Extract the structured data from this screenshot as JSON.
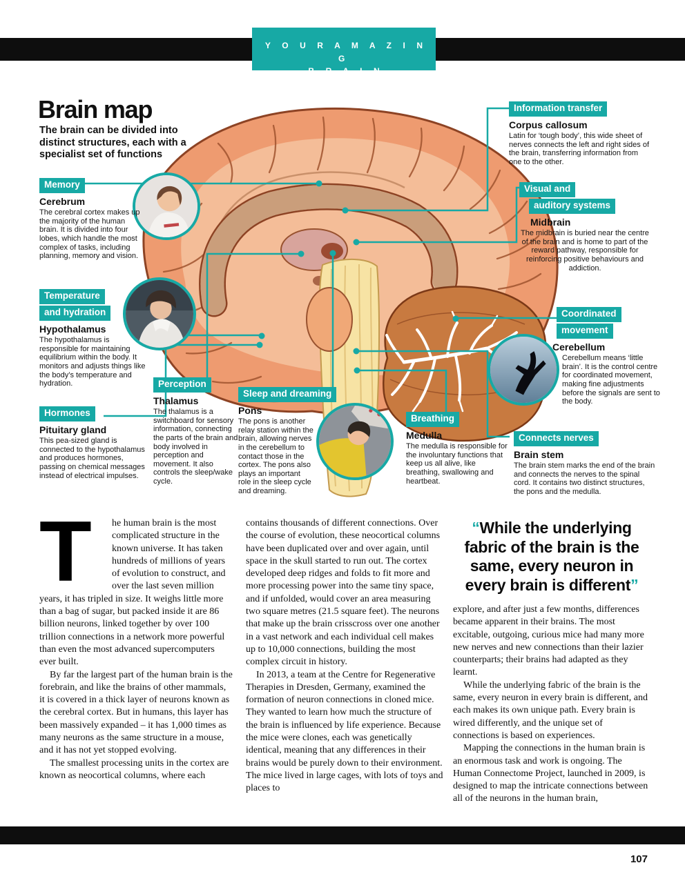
{
  "banner": {
    "line1": "Y O U R   A M A Z I N G",
    "line2": "B R A I N"
  },
  "intro": {
    "title": "Brain map",
    "subtitle": "The brain can be divided into\ndistinct structures, each with a\nspecialist set of functions"
  },
  "colors": {
    "accent_teal": "#17a9a5",
    "bar_black": "#0e0e0e"
  },
  "callouts": {
    "memory": {
      "tag": "Memory",
      "structure": "Cerebrum",
      "body": "The cerebral cortex makes up the majority of the human brain. It is divided into four lobes, which handle the most complex of tasks, including planning, memory and vision."
    },
    "temperature": {
      "tag_line1": "Temperature",
      "tag_line2": "and hydration",
      "structure": "Hypothalamus",
      "body": "The hypothalamus is responsible for maintaining equilibrium within the body. It monitors and adjusts things like the body’s temperature and hydration."
    },
    "hormones": {
      "tag": "Hormones",
      "structure": "Pituitary gland",
      "body": "This pea-sized gland is connected to the hypothalamus and produces hormones, passing on chemical messages instead of electrical impulses."
    },
    "perception": {
      "tag": "Perception",
      "structure": "Thalamus",
      "body": "The thalamus is a switchboard for sensory information, connecting the parts of the brain and body involved in perception and movement. It also controls the sleep/wake cycle."
    },
    "sleep": {
      "tag": "Sleep and dreaming",
      "structure": "Pons",
      "body": "The pons is another relay station within the brain, allowing nerves in the cerebellum to contact those in the cortex. The pons also plays an important role in the sleep cycle and dreaming."
    },
    "breathing": {
      "tag": "Breathing",
      "structure": "Medulla",
      "body": "The medulla is responsible for the involuntary functions that keep us all alive, like breathing, swallowing and heartbeat."
    },
    "information": {
      "tag": "Information transfer",
      "structure": "Corpus callosum",
      "body": "Latin for ‘tough body’, this wide sheet of nerves connects the left and right sides of the brain, transferring information from one to the other."
    },
    "visual": {
      "tag_line1": "Visual and",
      "tag_line2": "auditory  systems",
      "structure": "Midbrain",
      "body": "The midbrain is buried near the centre of the brain and is home to part of the reward pathway, responsible for reinforcing positive behaviours and addiction."
    },
    "coordinated": {
      "tag_line1": "Coordinated",
      "tag_line2": "movement",
      "structure": "Cerebellum",
      "body": "Cerebellum means ‘little brain’. It is the control centre for coordinated movement, making fine adjustments before the signals are sent to the body."
    },
    "connects": {
      "tag": "Connects nerves",
      "structure": "Brain stem",
      "body": "The brain stem marks the end of the brain and connects the nerves to the spinal cord. It contains two distinct structures, the pons and the medulla."
    }
  },
  "article": {
    "drop_cap": "T",
    "columns": [
      {
        "paragraphs": [
          "he human brain is the most complicated structure in the known universe. It has taken hundreds of millions of years of evolution to construct, and over the last seven million years, it has tripled in size. It weighs little more than a bag of sugar, but packed inside it are 86 billion neurons, linked together by over 100 trillion connections in a network more powerful than even the most advanced supercomputers ever built.",
          "By far the largest part of the human brain is the forebrain, and like the brains of other mammals, it is covered in a thick layer of neurons known as the cerebral cortex. But in humans, this layer has been massively expanded – it has 1,000 times as many neurons as the same structure in a mouse, and it has not yet stopped evolving.",
          "The smallest processing units in the cortex are known as neocortical columns, where each"
        ]
      },
      {
        "paragraphs": [
          "contains thousands of different connections. Over the course of evolution, these neocortical columns have been duplicated over and over again, until space in the skull started to run out. The cortex developed deep ridges and folds to fit more and more processing power into the same tiny space, and if unfolded, would cover an area measuring two square metres (21.5 square feet). The neurons that make up the brain crisscross over one another in a vast network and each individual cell makes up to 10,000 connections, building the most complex circuit in history.",
          "In 2013, a team at the Centre for Regenerative Therapies in Dresden, Germany, examined the formation of neuron connections in cloned mice. They wanted to learn how much the structure of the brain is influenced by life experience. Because the mice were clones, each was genetically identical, meaning that any differences in their brains would be purely down to their environment. The mice lived in large cages, with lots of toys and places to"
        ]
      },
      {
        "paragraphs": [
          "explore, and after just a few months, differences became apparent in their brains. The most excitable, outgoing, curious mice had many more new nerves and new connections than their lazier counterparts; their brains had adapted as they learnt.",
          "While the underlying fabric of the brain is the same, every neuron in every brain is different, and each makes its own unique path. Every brain is wired differently, and the unique set of connections is based on experiences.",
          "Mapping the connections in the human brain is an enormous task and work is ongoing. The Human Connectome Project, launched in 2009, is designed to map the intricate connections between all of the neurons in the human brain,"
        ]
      }
    ],
    "quote": {
      "open": "“",
      "text": "While the underlying fabric of the brain is the same, every neuron in every brain is different",
      "close": "”"
    }
  },
  "footer": {
    "page_number": "107"
  }
}
